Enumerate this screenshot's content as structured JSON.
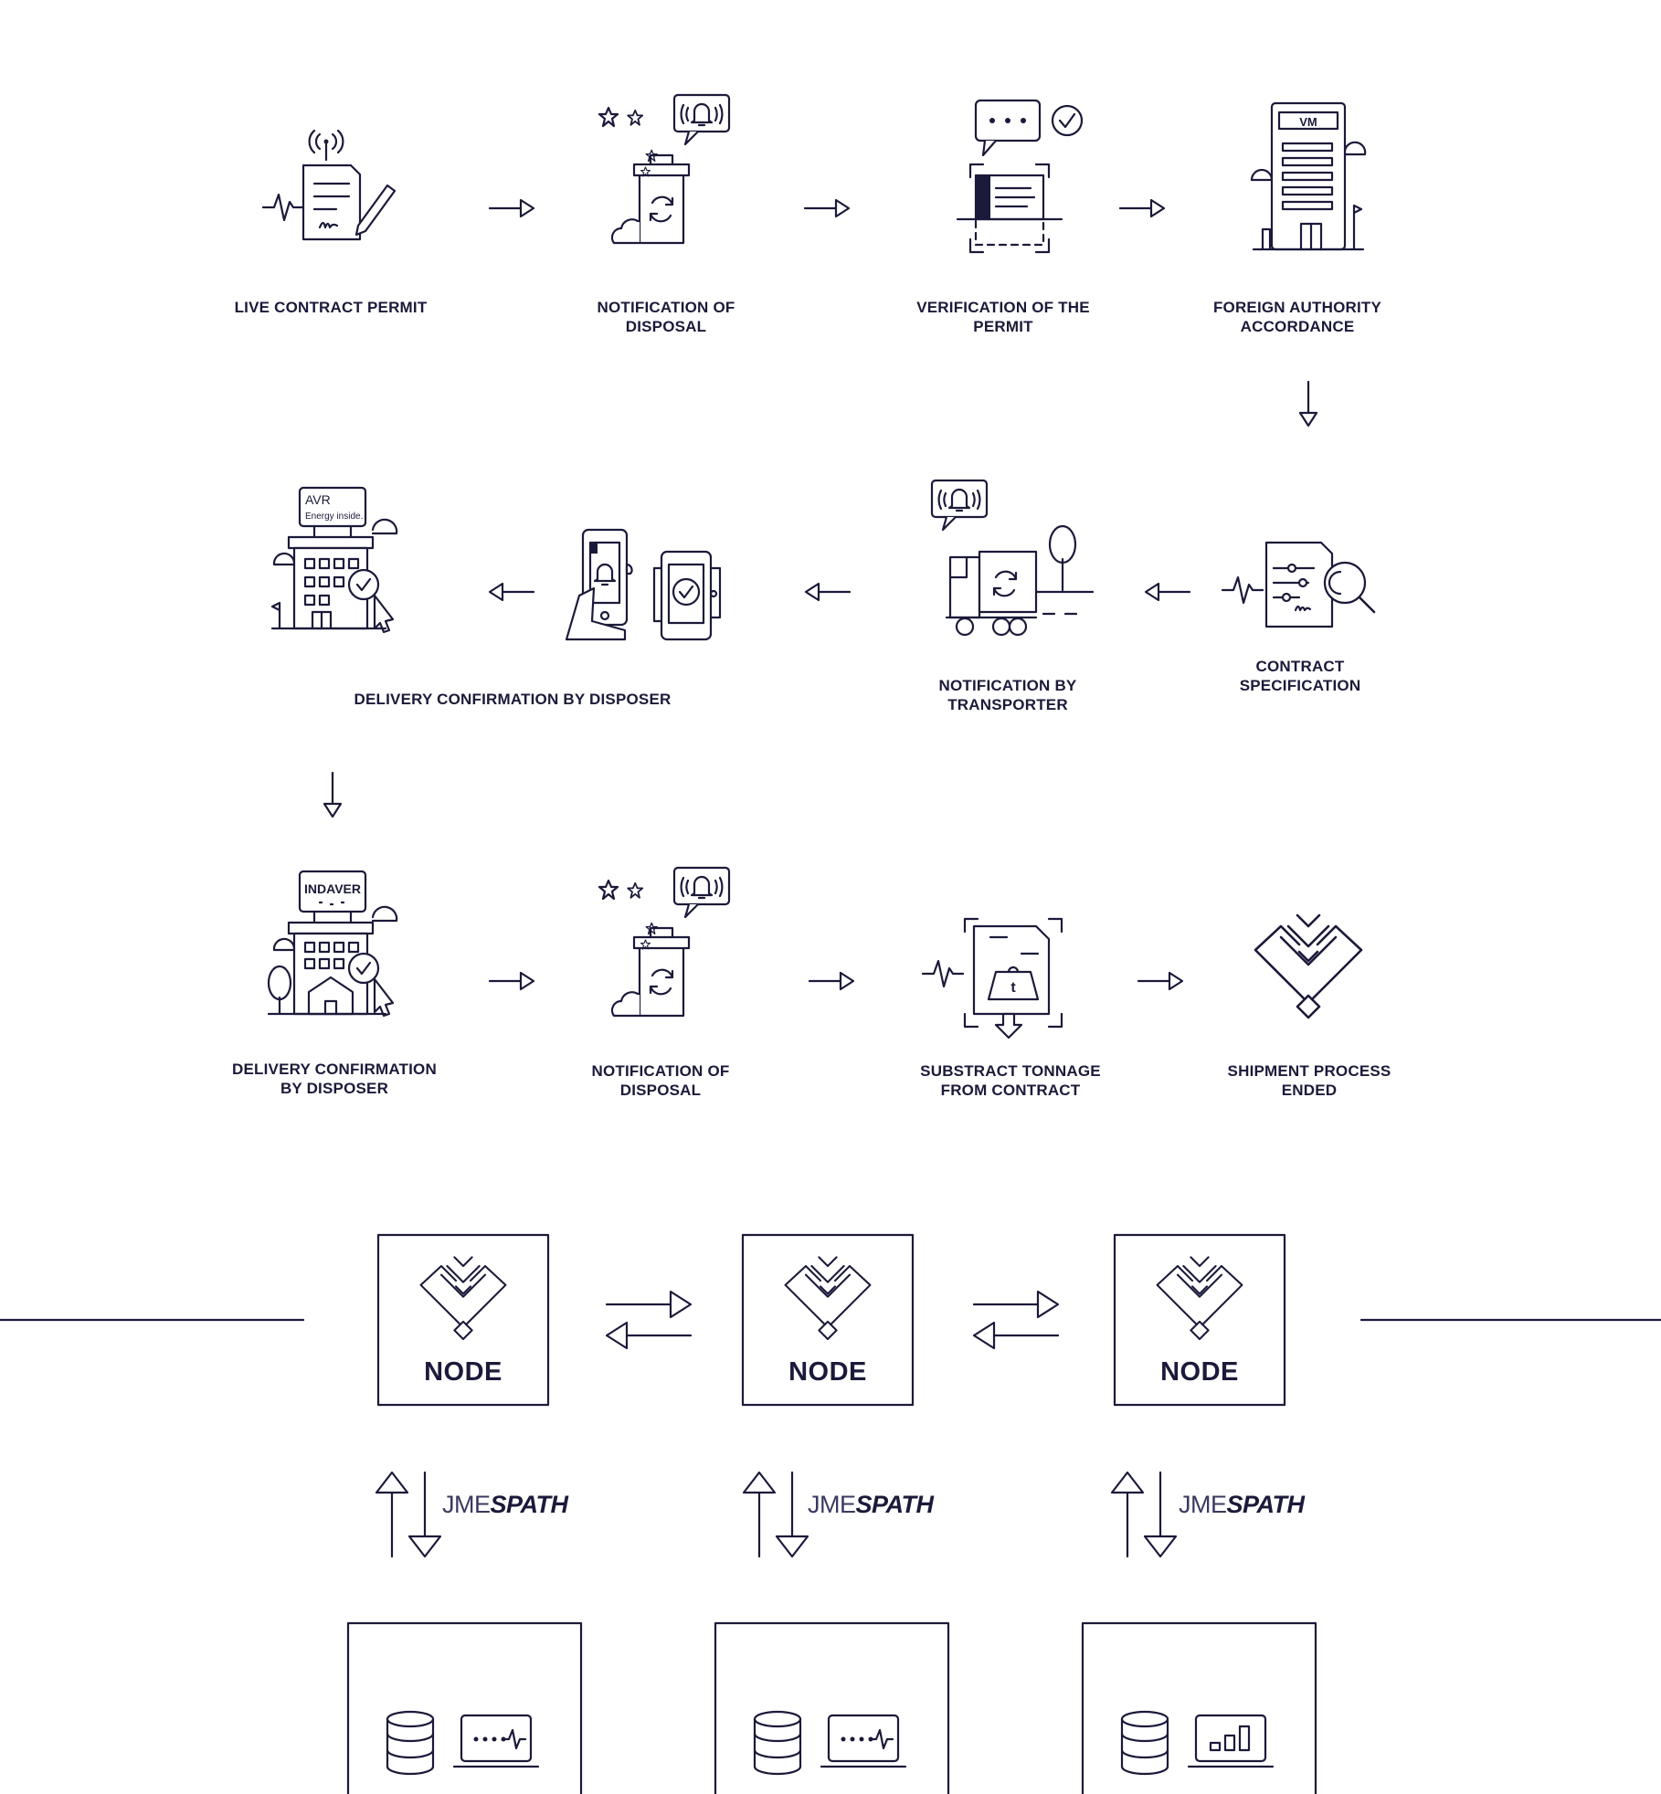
{
  "colors": {
    "ink": "#1b1a3a",
    "background": "#ffffff"
  },
  "steps": [
    {
      "label": "LIVE CONTRACT PERMIT",
      "icon": "signed-permit-document-icon"
    },
    {
      "label": "NOTIFICATION OF\nDISPOSAL",
      "icon": "recycle-bin-notification-icon"
    },
    {
      "label": "VERIFICATION OF THE\nPERMIT",
      "icon": "permit-scan-verification-icon"
    },
    {
      "label": "FOREIGN AUTHORITY\nACCORDANCE",
      "icon": "authority-building-icon"
    },
    {
      "label": "CONTRACT\nSPECIFICATION",
      "icon": "contract-inspection-icon"
    },
    {
      "label": "NOTIFICATION BY\nTRANSPORTER",
      "icon": "truck-notification-icon"
    },
    {
      "label": "DELIVERY CONFIRMATION BY DISPOSER",
      "icon": "mobile-confirmation-icon"
    },
    {
      "label": "DELIVERY CONFIRMATION\nBY DISPOSER",
      "icon": "disposer-building-icon"
    },
    {
      "label": "NOTIFICATION OF\nDISPOSAL",
      "icon": "recycle-bin-notification-icon"
    },
    {
      "label": "SUBSTRACT TONNAGE\nFROM CONTRACT",
      "icon": "tonnage-document-icon"
    },
    {
      "label": "SHIPMENT PROCESS\nENDED",
      "icon": "chevron-logo-icon"
    }
  ],
  "signs": {
    "avr_line1": "AVR",
    "avr_line2": "Energy inside.",
    "indaver": "INDAVER"
  },
  "network": {
    "nodes": [
      {
        "label": "NODE"
      },
      {
        "label": "NODE"
      },
      {
        "label": "NODE"
      }
    ],
    "jmespath": [
      {
        "light": "JME",
        "bold": "SPATH"
      },
      {
        "light": "JME",
        "bold": "SPATH"
      },
      {
        "light": "JME",
        "bold": "SPATH"
      }
    ],
    "clients": [
      {
        "icon": "database-monitor-icon"
      },
      {
        "icon": "database-monitor-icon"
      },
      {
        "icon": "database-chart-icon"
      }
    ]
  }
}
